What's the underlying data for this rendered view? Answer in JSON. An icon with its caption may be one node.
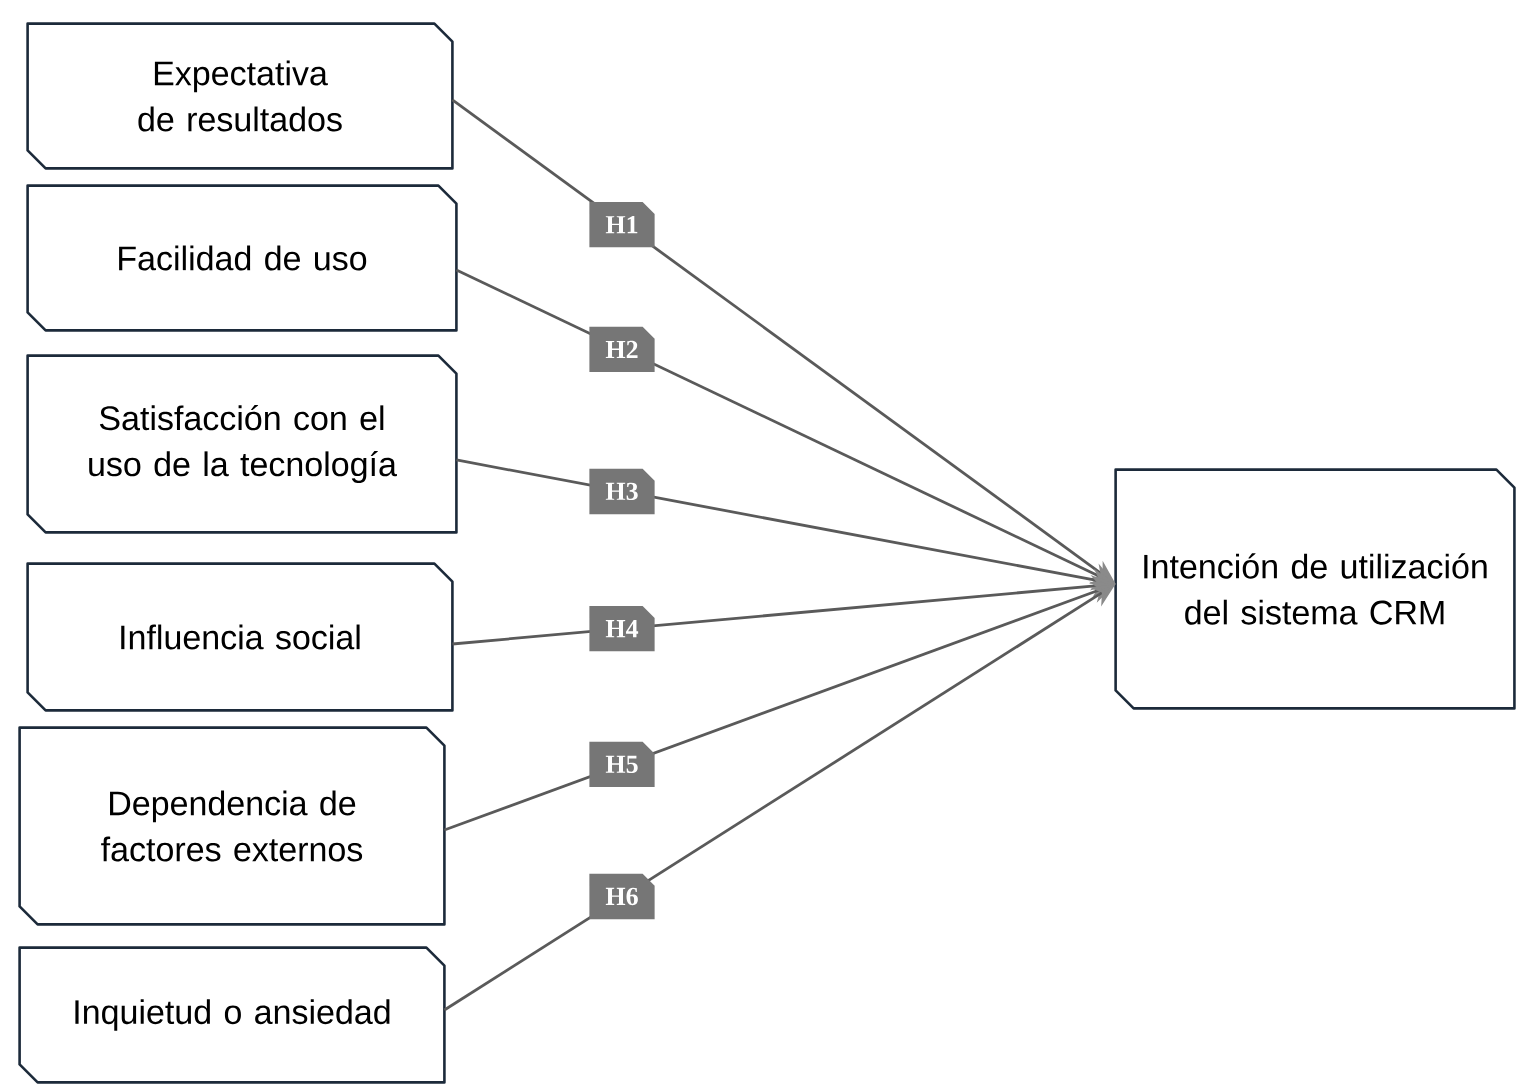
{
  "diagram": {
    "nodes": [
      {
        "text": [
          "Expectativa de resultados"
        ]
      },
      {
        "text": [
          "Facilidad de uso"
        ]
      },
      {
        "text": [
          "Satisfacción con el uso de la tecnología"
        ]
      },
      {
        "text": [
          "Influencia  social"
        ]
      },
      {
        "text": [
          "Dependencia de factores externos"
        ]
      },
      {
        "text": [
          "Inquietud o ansiedad"
        ]
      },
      {
        "text": [
          "Intención de utilización del sistema CRM"
        ]
      }
    ],
    "edges": [
      {
        "from": 0,
        "to": 6,
        "arrow": "to",
        "label": "H1"
      },
      {
        "from": 1,
        "to": 6,
        "arrow": "to",
        "label": "H2"
      },
      {
        "from": 2,
        "to": 6,
        "arrow": "to",
        "label": "H3"
      },
      {
        "from": 3,
        "to": 6,
        "arrow": "to",
        "label": "H4"
      },
      {
        "from": 4,
        "to": 6,
        "arrow": "to",
        "label": "H5"
      },
      {
        "from": 5,
        "to": 6,
        "arrow": "to",
        "label": "H6"
      }
    ]
  }
}
